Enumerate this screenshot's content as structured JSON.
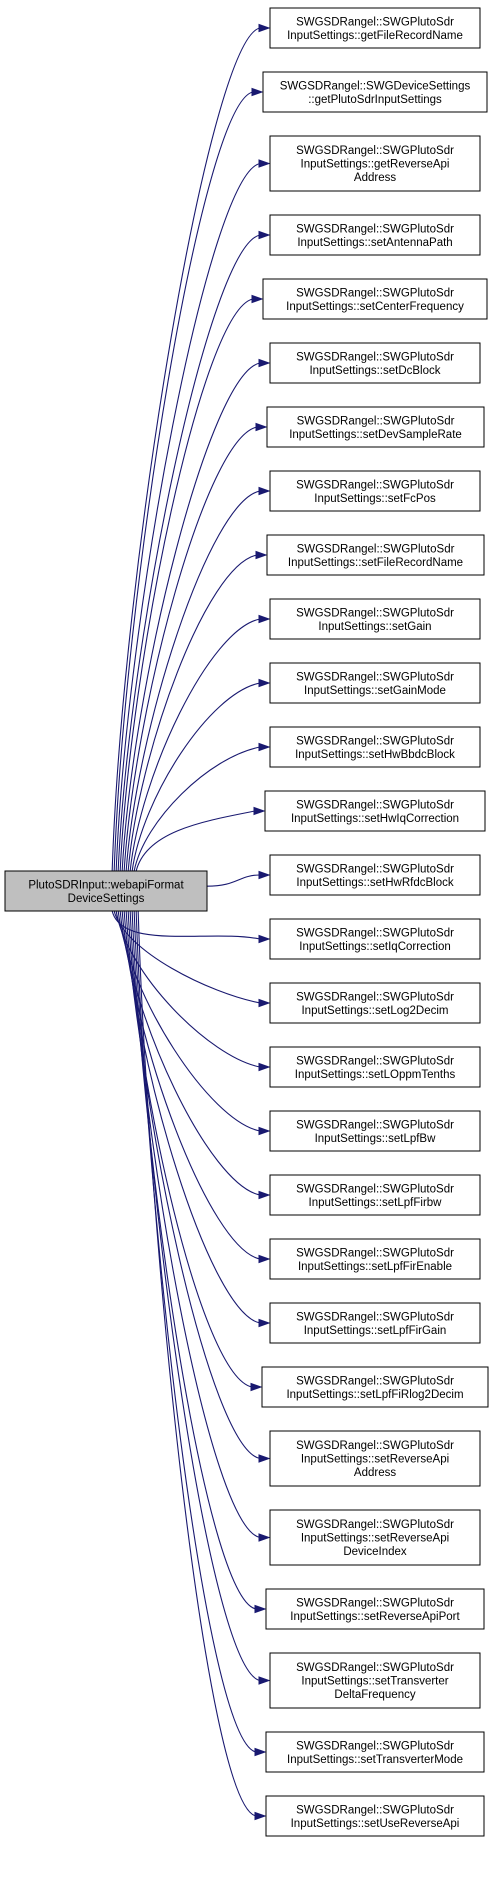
{
  "diagram": {
    "root": {
      "lines": [
        "PlutoSDRInput::webapiFormat",
        "DeviceSettings"
      ]
    },
    "callees": [
      {
        "lines": [
          "SWGSDRangel::SWGPlutoSdr",
          "InputSettings::getFileRecordName"
        ]
      },
      {
        "lines": [
          "SWGSDRangel::SWGDeviceSettings",
          "::getPlutoSdrInputSettings"
        ]
      },
      {
        "lines": [
          "SWGSDRangel::SWGPlutoSdr",
          "InputSettings::getReverseApi",
          "Address"
        ]
      },
      {
        "lines": [
          "SWGSDRangel::SWGPlutoSdr",
          "InputSettings::setAntennaPath"
        ]
      },
      {
        "lines": [
          "SWGSDRangel::SWGPlutoSdr",
          "InputSettings::setCenterFrequency"
        ]
      },
      {
        "lines": [
          "SWGSDRangel::SWGPlutoSdr",
          "InputSettings::setDcBlock"
        ]
      },
      {
        "lines": [
          "SWGSDRangel::SWGPlutoSdr",
          "InputSettings::setDevSampleRate"
        ]
      },
      {
        "lines": [
          "SWGSDRangel::SWGPlutoSdr",
          "InputSettings::setFcPos"
        ]
      },
      {
        "lines": [
          "SWGSDRangel::SWGPlutoSdr",
          "InputSettings::setFileRecordName"
        ]
      },
      {
        "lines": [
          "SWGSDRangel::SWGPlutoSdr",
          "InputSettings::setGain"
        ]
      },
      {
        "lines": [
          "SWGSDRangel::SWGPlutoSdr",
          "InputSettings::setGainMode"
        ]
      },
      {
        "lines": [
          "SWGSDRangel::SWGPlutoSdr",
          "InputSettings::setHwBbdcBlock"
        ]
      },
      {
        "lines": [
          "SWGSDRangel::SWGPlutoSdr",
          "InputSettings::setHwIqCorrection"
        ]
      },
      {
        "lines": [
          "SWGSDRangel::SWGPlutoSdr",
          "InputSettings::setHwRfdcBlock"
        ]
      },
      {
        "lines": [
          "SWGSDRangel::SWGPlutoSdr",
          "InputSettings::setIqCorrection"
        ]
      },
      {
        "lines": [
          "SWGSDRangel::SWGPlutoSdr",
          "InputSettings::setLog2Decim"
        ]
      },
      {
        "lines": [
          "SWGSDRangel::SWGPlutoSdr",
          "InputSettings::setLOppmTenths"
        ]
      },
      {
        "lines": [
          "SWGSDRangel::SWGPlutoSdr",
          "InputSettings::setLpfBw"
        ]
      },
      {
        "lines": [
          "SWGSDRangel::SWGPlutoSdr",
          "InputSettings::setLpfFirbw"
        ]
      },
      {
        "lines": [
          "SWGSDRangel::SWGPlutoSdr",
          "InputSettings::setLpfFirEnable"
        ]
      },
      {
        "lines": [
          "SWGSDRangel::SWGPlutoSdr",
          "InputSettings::setLpfFirGain"
        ]
      },
      {
        "lines": [
          "SWGSDRangel::SWGPlutoSdr",
          "InputSettings::setLpfFiRlog2Decim"
        ]
      },
      {
        "lines": [
          "SWGSDRangel::SWGPlutoSdr",
          "InputSettings::setReverseApi",
          "Address"
        ]
      },
      {
        "lines": [
          "SWGSDRangel::SWGPlutoSdr",
          "InputSettings::setReverseApi",
          "DeviceIndex"
        ]
      },
      {
        "lines": [
          "SWGSDRangel::SWGPlutoSdr",
          "InputSettings::setReverseApiPort"
        ]
      },
      {
        "lines": [
          "SWGSDRangel::SWGPlutoSdr",
          "InputSettings::setTransverter",
          "DeltaFrequency"
        ]
      },
      {
        "lines": [
          "SWGSDRangel::SWGPlutoSdr",
          "InputSettings::setTransverterMode"
        ]
      },
      {
        "lines": [
          "SWGSDRangel::SWGPlutoSdr",
          "InputSettings::setUseReverseApi"
        ]
      }
    ]
  }
}
